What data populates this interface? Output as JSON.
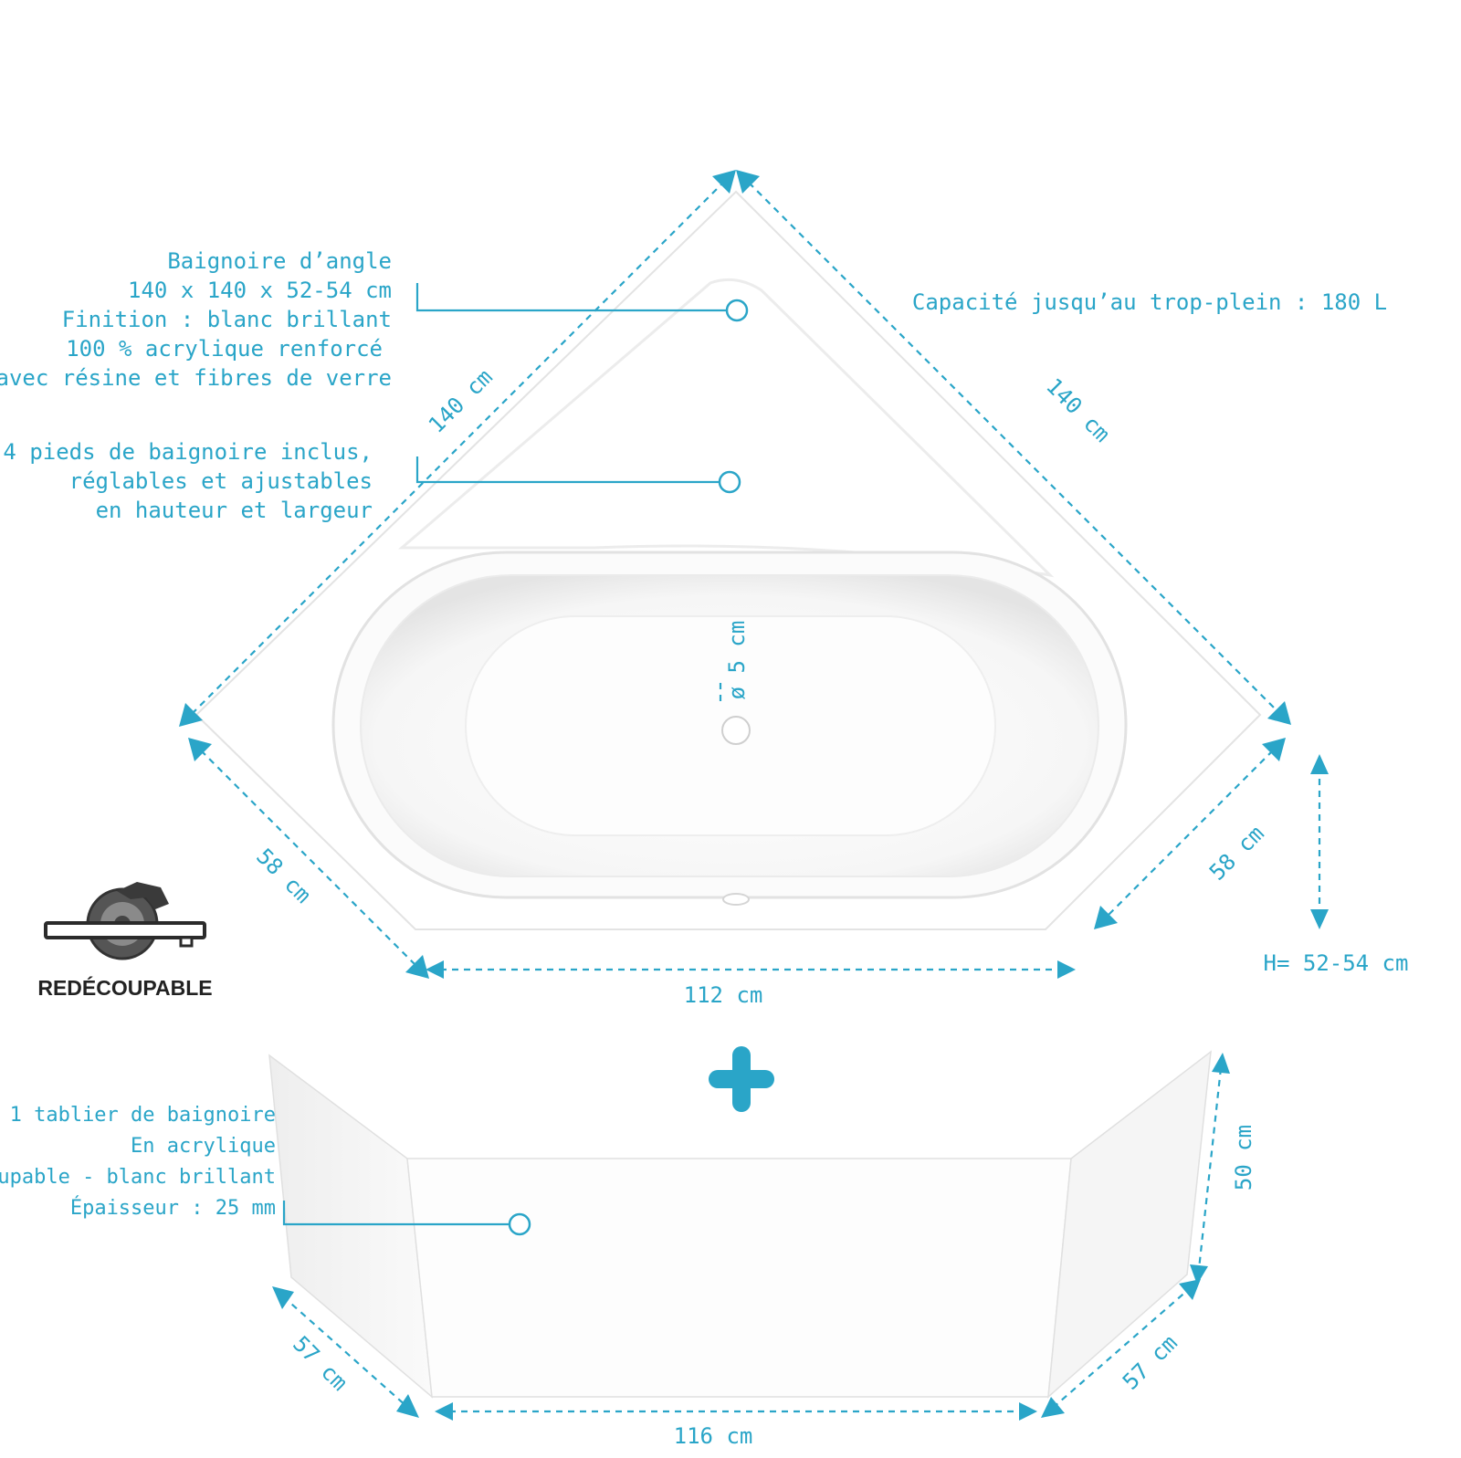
{
  "specs": {
    "bathtub": [
      "Baignoire d’angle",
      "140 x 140 x 52-54 cm",
      "Finition : blanc brillant",
      "100 % acrylique renforcé",
      "avec résine et fibres de verre"
    ],
    "feet": [
      "4 pieds de baignoire inclus,",
      "réglables et ajustables",
      "en hauteur et largeur"
    ],
    "capacity": "Capacité jusqu’au trop-plein : 180 L",
    "panel": [
      "1 tablier de baignoire",
      "En acrylique",
      "Recoupable - blanc brillant",
      "Épaisseur : 25 mm"
    ]
  },
  "dimensions": {
    "top_left": "140 cm",
    "top_right": "140 cm",
    "side_left": "58 cm",
    "side_right": "58 cm",
    "front": "112 cm",
    "drain": "ø 5 cm",
    "height": "H= 52-54 cm",
    "panel_height": "50 cm",
    "panel_side_left": "57 cm",
    "panel_side_right": "57 cm",
    "panel_front": "116 cm"
  },
  "badge": {
    "label": "REDÉCOUPABLE",
    "icon": "circular-saw-icon"
  },
  "plus_icon": "plus-icon",
  "colors": {
    "accent": "#2aa5c8",
    "tub_shadow": "#e9e9e9",
    "badge_text": "#222222"
  }
}
